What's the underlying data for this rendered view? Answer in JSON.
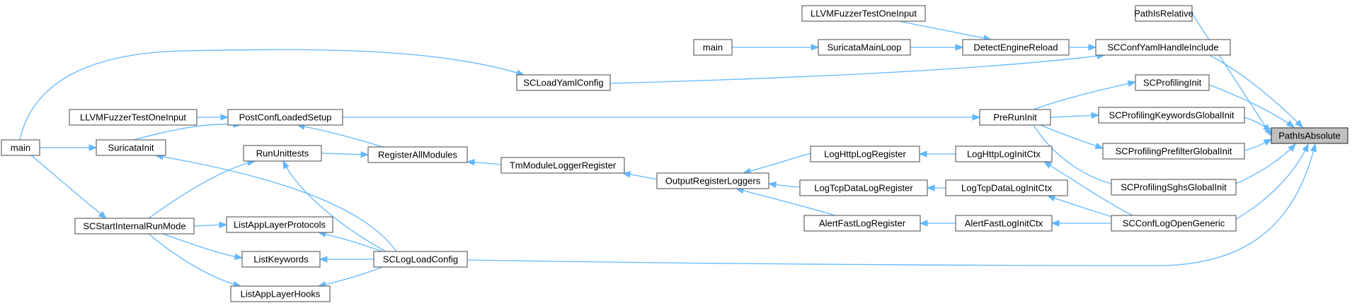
{
  "diagram": {
    "kind": "caller-graph",
    "root": "PathIsAbsolute",
    "edge_color": "#63b8ff",
    "node_fill": "#ffffff",
    "root_fill": "#bfbfbf",
    "nodes": [
      {
        "id": "pathisabsolute",
        "label": "PathIsAbsolute",
        "root": true
      },
      {
        "id": "pathisrelative",
        "label": "PathIsRelative"
      },
      {
        "id": "scconfyamlhandleinclude",
        "label": "SCConfYamlHandleInclude"
      },
      {
        "id": "scprofilinginit",
        "label": "SCProfilingInit"
      },
      {
        "id": "scprofilingkeywordsglobalinit",
        "label": "SCProfilingKeywordsGlobalInit"
      },
      {
        "id": "scprofilingprefilterglobalinit",
        "label": "SCProfilingPrefilterGlobalInit"
      },
      {
        "id": "scprofilingsghsglobalinit",
        "label": "SCProfilingSghsGlobalInit"
      },
      {
        "id": "scconflogopengeneric",
        "label": "SCConfLogOpenGeneric"
      },
      {
        "id": "sclogloadconfig",
        "label": "SCLogLoadConfig"
      },
      {
        "id": "detectenginereload",
        "label": "DetectEngineReload"
      },
      {
        "id": "llvmfuzzer-top",
        "label": "LLVMFuzzerTestOneInput"
      },
      {
        "id": "suricatamainloop",
        "label": "SuricataMainLoop"
      },
      {
        "id": "main-top",
        "label": "main"
      },
      {
        "id": "scloadyamlconfig",
        "label": "SCLoadYamlConfig"
      },
      {
        "id": "preruninit",
        "label": "PreRunInit"
      },
      {
        "id": "postconfloadedsetup",
        "label": "PostConfLoadedSetup"
      },
      {
        "id": "llvmfuzzer-mid",
        "label": "LLVMFuzzerTestOneInput"
      },
      {
        "id": "main-left",
        "label": "main"
      },
      {
        "id": "suricatainit",
        "label": "SuricataInit"
      },
      {
        "id": "scstartinternalrunmode",
        "label": "SCStartInternalRunMode"
      },
      {
        "id": "rununittests",
        "label": "RunUnittests"
      },
      {
        "id": "registerallmodules",
        "label": "RegisterAllModules"
      },
      {
        "id": "tmmoduleloggerregister",
        "label": "TmModuleLoggerRegister"
      },
      {
        "id": "outputregisterloggers",
        "label": "OutputRegisterLoggers"
      },
      {
        "id": "loghttplogregister",
        "label": "LogHttpLogRegister"
      },
      {
        "id": "logtcpdatalogregister",
        "label": "LogTcpDataLogRegister"
      },
      {
        "id": "alertfastlogregister",
        "label": "AlertFastLogRegister"
      },
      {
        "id": "loghttploginitctx",
        "label": "LogHttpLogInitCtx"
      },
      {
        "id": "logtcpdataloginitctx",
        "label": "LogTcpDataLogInitCtx"
      },
      {
        "id": "alertfastloginitctx",
        "label": "AlertFastLogInitCtx"
      },
      {
        "id": "listapplayerprotocols",
        "label": "ListAppLayerProtocols"
      },
      {
        "id": "listkeywords",
        "label": "ListKeywords"
      },
      {
        "id": "listapplayerhooks",
        "label": "ListAppLayerHooks"
      }
    ],
    "edges": [
      {
        "from": "pathisrelative",
        "to": "pathisabsolute"
      },
      {
        "from": "scconfyamlhandleinclude",
        "to": "pathisabsolute"
      },
      {
        "from": "scprofilinginit",
        "to": "pathisabsolute"
      },
      {
        "from": "scprofilingkeywordsglobalinit",
        "to": "pathisabsolute"
      },
      {
        "from": "scprofilingprefilterglobalinit",
        "to": "pathisabsolute"
      },
      {
        "from": "scprofilingsghsglobalinit",
        "to": "pathisabsolute"
      },
      {
        "from": "scconflogopengeneric",
        "to": "pathisabsolute"
      },
      {
        "from": "sclogloadconfig",
        "to": "pathisabsolute"
      },
      {
        "from": "detectenginereload",
        "to": "scconfyamlhandleinclude"
      },
      {
        "from": "scloadyamlconfig",
        "to": "scconfyamlhandleinclude"
      },
      {
        "from": "llvmfuzzer-top",
        "to": "detectenginereload"
      },
      {
        "from": "suricatamainloop",
        "to": "detectenginereload"
      },
      {
        "from": "main-top",
        "to": "suricatamainloop"
      },
      {
        "from": "main-left",
        "to": "scloadyamlconfig"
      },
      {
        "from": "preruninit",
        "to": "scprofilinginit"
      },
      {
        "from": "preruninit",
        "to": "scprofilingkeywordsglobalinit"
      },
      {
        "from": "preruninit",
        "to": "scprofilingprefilterglobalinit"
      },
      {
        "from": "preruninit",
        "to": "scprofilingsghsglobalinit"
      },
      {
        "from": "postconfloadedsetup",
        "to": "preruninit"
      },
      {
        "from": "llvmfuzzer-mid",
        "to": "postconfloadedsetup"
      },
      {
        "from": "suricatainit",
        "to": "postconfloadedsetup"
      },
      {
        "from": "main-left",
        "to": "suricatainit"
      },
      {
        "from": "main-left",
        "to": "scstartinternalrunmode"
      },
      {
        "from": "scstartinternalrunmode",
        "to": "rununittests"
      },
      {
        "from": "scstartinternalrunmode",
        "to": "listapplayerprotocols"
      },
      {
        "from": "scstartinternalrunmode",
        "to": "listkeywords"
      },
      {
        "from": "scstartinternalrunmode",
        "to": "listapplayerhooks"
      },
      {
        "from": "registerallmodules",
        "to": "postconfloadedsetup"
      },
      {
        "from": "rununittests",
        "to": "registerallmodules"
      },
      {
        "from": "tmmoduleloggerregister",
        "to": "registerallmodules"
      },
      {
        "from": "outputregisterloggers",
        "to": "tmmoduleloggerregister"
      },
      {
        "from": "loghttplogregister",
        "to": "outputregisterloggers"
      },
      {
        "from": "logtcpdatalogregister",
        "to": "outputregisterloggers"
      },
      {
        "from": "alertfastlogregister",
        "to": "outputregisterloggers"
      },
      {
        "from": "loghttploginitctx",
        "to": "loghttplogregister"
      },
      {
        "from": "logtcpdataloginitctx",
        "to": "logtcpdatalogregister"
      },
      {
        "from": "alertfastloginitctx",
        "to": "alertfastlogregister"
      },
      {
        "from": "scconflogopengeneric",
        "to": "loghttploginitctx"
      },
      {
        "from": "scconflogopengeneric",
        "to": "logtcpdataloginitctx"
      },
      {
        "from": "scconflogopengeneric",
        "to": "alertfastloginitctx"
      },
      {
        "from": "sclogloadconfig",
        "to": "suricatainit"
      },
      {
        "from": "sclogloadconfig",
        "to": "rununittests"
      },
      {
        "from": "sclogloadconfig",
        "to": "listapplayerprotocols"
      },
      {
        "from": "sclogloadconfig",
        "to": "listkeywords"
      },
      {
        "from": "sclogloadconfig",
        "to": "listapplayerhooks"
      }
    ]
  }
}
